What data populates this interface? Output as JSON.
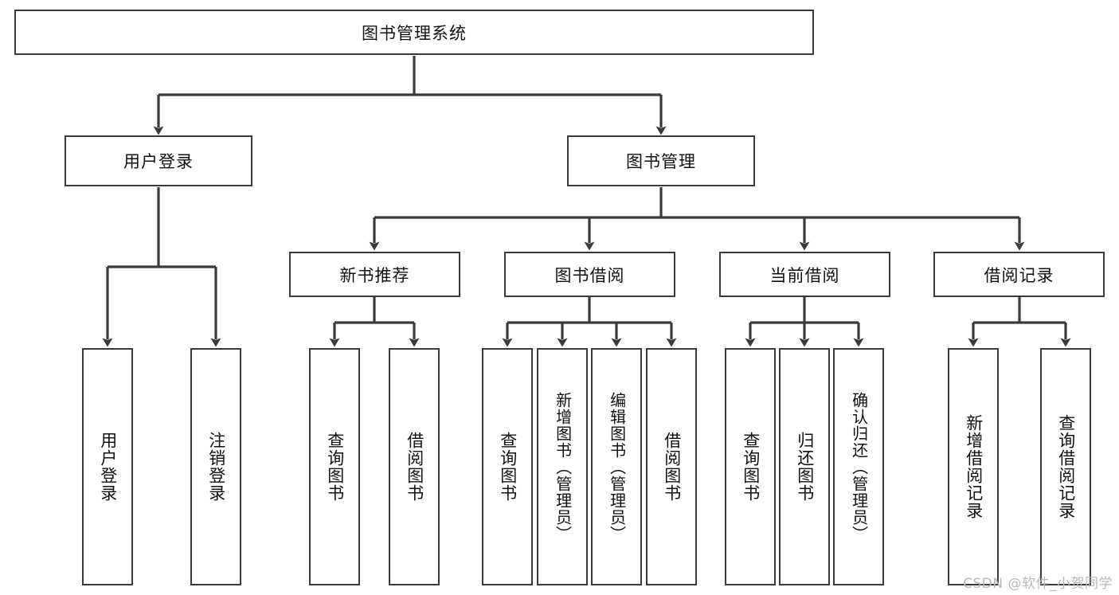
{
  "diagram": {
    "title": "图书管理系统",
    "type": "tree-hierarchy-chart",
    "root": {
      "label": "图书管理系统"
    },
    "level2": [
      {
        "label": "用户登录"
      },
      {
        "label": "图书管理"
      }
    ],
    "level3": [
      {
        "label": "新书推荐"
      },
      {
        "label": "图书借阅"
      },
      {
        "label": "当前借阅"
      },
      {
        "label": "借阅记录"
      }
    ],
    "leaves": {
      "user_login": [
        {
          "label": "用户登录"
        },
        {
          "label": "注销登录"
        }
      ],
      "new_book_recommend": [
        {
          "label": "查询图书"
        },
        {
          "label": "借阅图书"
        }
      ],
      "book_borrow": [
        {
          "label": "查询图书"
        },
        {
          "label": "新增图书（管理员）"
        },
        {
          "label": "编辑图书（管理员）"
        },
        {
          "label": "借阅图书"
        }
      ],
      "current_borrow": [
        {
          "label": "查询图书"
        },
        {
          "label": "归还图书"
        },
        {
          "label": "确认归还（管理员）"
        }
      ],
      "borrow_record": [
        {
          "label": "新增借阅记录"
        },
        {
          "label": "查询借阅记录"
        }
      ]
    }
  },
  "watermark": {
    "text": "CSDN @软件_小贺同学"
  },
  "colors": {
    "border": "#3a3a3a",
    "background": "#ffffff",
    "text": "#111111",
    "watermark": "#b9b9b9"
  }
}
